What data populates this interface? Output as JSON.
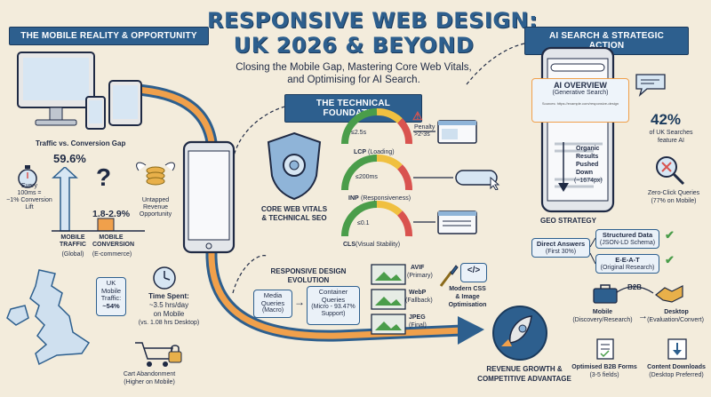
{
  "header": {
    "title_line1": "RESPONSIVE WEB DESIGN:",
    "title_line2": "UK 2026 & BEYOND",
    "subtitle_line1": "Closing the Mobile Gap, Mastering Core Web Vitals,",
    "subtitle_line2": "and Optimising for AI Search."
  },
  "mobile_section": {
    "banner": "THE MOBILE REALITY & OPPORTUNITY",
    "gap_label": "Traffic vs. Conversion Gap",
    "traffic_value": "59.6%",
    "conversion_value": "1.8-2.9%",
    "traffic_label": "MOBILE TRAFFIC",
    "traffic_sub": "(Global)",
    "conversion_label": "MOBILE CONVERSION",
    "conversion_sub": "(E-commerce)",
    "speed_lift_1": "Every",
    "speed_lift_2": "100ms =",
    "speed_lift_3": "~1% Conversion",
    "speed_lift_4": "Lift",
    "untapped_1": "Untapped",
    "untapped_2": "Revenue",
    "untapped_3": "Opportunity",
    "uk_traffic_1": "UK",
    "uk_traffic_2": "Mobile",
    "uk_traffic_3": "Traffic:",
    "uk_traffic_4": "~54%",
    "time_1": "Time Spent:",
    "time_2": "~3.5 hrs/day",
    "time_3": "on Mobile",
    "time_4": "(vs. 1.08 hrs Desktop)",
    "cart_1": "Cart Abandonment",
    "cart_2": "(Higher on Mobile)"
  },
  "technical_section": {
    "banner": "THE TECHNICAL FOUNDATION",
    "shield_1": "CORE WEB VITALS",
    "shield_2": "& TECHNICAL SEO",
    "lcp_value": "≤2.5s",
    "lcp_label": "LCP",
    "lcp_sub": "(Loading)",
    "penalty_1": "Penalty",
    "penalty_2": ">2-3s",
    "inp_value": "≤200ms",
    "inp_label": "INP",
    "inp_sub": "(Responsiveness)",
    "cls_value": "≤0.1",
    "cls_label": "CLS",
    "cls_sub": "(Visual Stability)",
    "evo_1": "RESPONSIVE DESIGN",
    "evo_2": "EVOLUTION",
    "media_1": "Media",
    "media_2": "Queries",
    "media_3": "(Macro)",
    "container_1": "Container",
    "container_2": "Queries",
    "container_3": "(Micro - 93.47%",
    "container_4": "Support)",
    "avif": "AVIF",
    "avif_sub": "(Primary)",
    "webp": "WebP",
    "webp_sub": "(Fallback)",
    "jpeg": "JPEG",
    "jpeg_sub": "(Final)",
    "css_1": "Modern CSS",
    "css_2": "& Image",
    "css_3": "Optimisation",
    "code_glyph": "</>",
    "revenue_1": "REVENUE GROWTH &",
    "revenue_2": "COMPETITIVE ADVANTAGE"
  },
  "ai_section": {
    "banner": "AI SEARCH & STRATEGIC ACTION",
    "overview_1": "AI OVERVIEW",
    "overview_2": "(Generative Search)",
    "source_text": "Sources: https://example.com/responsive-design",
    "stat_value": "42%",
    "stat_1": "of UK Searches",
    "stat_2": "feature AI",
    "organic_1": "Organic",
    "organic_2": "Results",
    "organic_3": "Pushed",
    "organic_4": "Down",
    "organic_5": "(~1674px)",
    "zero_1": "Zero-Click Queries",
    "zero_2": "(77% on Mobile)",
    "geo": "GEO STRATEGY",
    "direct_1": "Direct Answers",
    "direct_2": "(First 30%)",
    "struct_1": "Structured Data",
    "struct_2": "(JSON-LD Schema)",
    "eeat_1": "E-E-A-T",
    "eeat_2": "(Original Research)",
    "b2b": "B2B",
    "mobile_1": "Mobile",
    "mobile_2": "(Discovery/Research)",
    "desktop_1": "Desktop",
    "desktop_2": "(Evaluation/Convert)",
    "forms_1": "Optimised B2B Forms",
    "forms_2": "(3-5 fields)",
    "content_1": "Content Downloads",
    "content_2": "(Desktop Preferred)"
  },
  "colors": {
    "navy": "#1a3a5c",
    "blue": "#2d5f8e",
    "orange": "#f0a04b",
    "green": "#4a9d4a",
    "red": "#d9534f",
    "paper": "#f3ecdc"
  }
}
